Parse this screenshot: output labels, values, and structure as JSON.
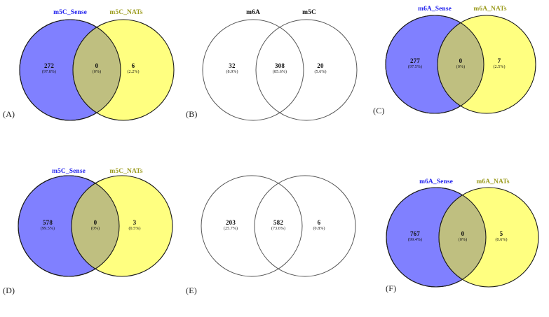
{
  "figure": {
    "background": "#ffffff",
    "colors": {
      "left_fill": "#8080ff",
      "right_fill": "#ffff80",
      "overlap_fill": "#bfbf80",
      "empty_fill": "#ffffff",
      "stroke": "#1a1a1a",
      "stroke_light": "#555555",
      "left_title_color": "#2222ee",
      "right_title_color": "#9c9c1f",
      "plain_title_color": "#111111"
    }
  },
  "chart_data": {
    "type": "venn",
    "title": "",
    "panels": [
      {
        "id": "A",
        "label": "(A)",
        "filled": true,
        "left_title": "m5C_Sense",
        "right_title": "m5C_NATs",
        "left_title_style": "left",
        "right_title_style": "right",
        "regions": {
          "left_only": {
            "count": "272",
            "pct": "(97.8%)"
          },
          "intersect": {
            "count": "0",
            "pct": "(0%)"
          },
          "right_only": {
            "count": "6",
            "pct": "(2.2%)"
          }
        }
      },
      {
        "id": "B",
        "label": "(B)",
        "filled": false,
        "left_title": "m6A",
        "right_title": "m5C",
        "left_title_style": "plain",
        "right_title_style": "plain",
        "regions": {
          "left_only": {
            "count": "32",
            "pct": "(8.9%)"
          },
          "intersect": {
            "count": "308",
            "pct": "(85.6%)"
          },
          "right_only": {
            "count": "20",
            "pct": "(5.6%)"
          }
        }
      },
      {
        "id": "C",
        "label": "(C)",
        "filled": true,
        "left_title": "m6A_Sense",
        "right_title": "m6A_NATs",
        "left_title_style": "left",
        "right_title_style": "right",
        "regions": {
          "left_only": {
            "count": "277",
            "pct": "(97.5%)"
          },
          "intersect": {
            "count": "0",
            "pct": "(0%)"
          },
          "right_only": {
            "count": "7",
            "pct": "(2.5%)"
          }
        }
      },
      {
        "id": "D",
        "label": "(D)",
        "filled": true,
        "left_title": "m5C_Sense",
        "right_title": "m5C_NATs",
        "left_title_style": "left",
        "right_title_style": "right",
        "regions": {
          "left_only": {
            "count": "578",
            "pct": "(99.5%)"
          },
          "intersect": {
            "count": "0",
            "pct": "(0%)"
          },
          "right_only": {
            "count": "3",
            "pct": "(0.5%)"
          }
        }
      },
      {
        "id": "E",
        "label": "(E)",
        "filled": false,
        "left_title": "",
        "right_title": "",
        "left_title_style": "plain",
        "right_title_style": "plain",
        "regions": {
          "left_only": {
            "count": "203",
            "pct": "(25.7%)"
          },
          "intersect": {
            "count": "582",
            "pct": "(73.6%)"
          },
          "right_only": {
            "count": "6",
            "pct": "(0.8%)"
          }
        }
      },
      {
        "id": "F",
        "label": "(F)",
        "filled": true,
        "left_title": "m6A_Sense",
        "right_title": "m6A_NATs",
        "left_title_style": "left",
        "right_title_style": "right",
        "regions": {
          "left_only": {
            "count": "767",
            "pct": "(99.4%)"
          },
          "intersect": {
            "count": "0",
            "pct": "(0%)"
          },
          "right_only": {
            "count": "5",
            "pct": "(0.6%)"
          }
        }
      }
    ]
  }
}
